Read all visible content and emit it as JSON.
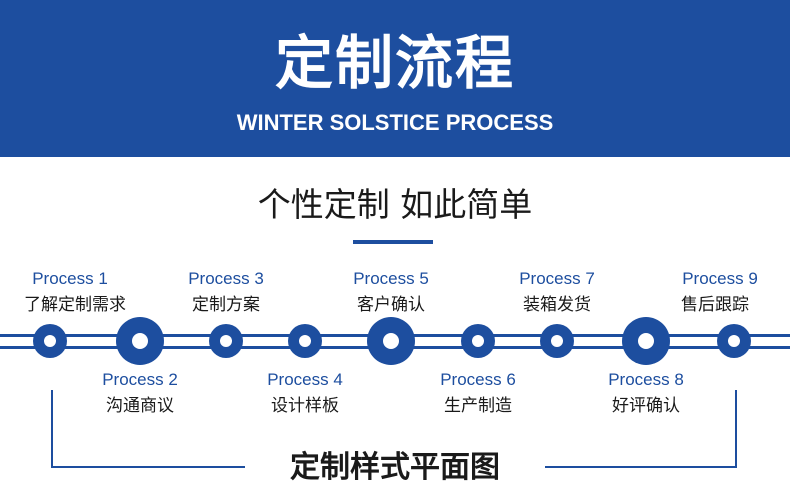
{
  "header": {
    "title": "定制流程",
    "subtitle": "WINTER SOLSTICE PROCESS"
  },
  "slogan": "个性定制 如此简单",
  "colors": {
    "brand_blue": "#1d4e9f",
    "text_dark": "#1a1a1a",
    "background": "#ffffff"
  },
  "steps": [
    {
      "label": "Process 1",
      "name": "了解定制需求"
    },
    {
      "label": "Process 2",
      "name": "沟通商议"
    },
    {
      "label": "Process 3",
      "name": "定制方案"
    },
    {
      "label": "Process 4",
      "name": "设计样板"
    },
    {
      "label": "Process 5",
      "name": "客户确认"
    },
    {
      "label": "Process 6",
      "name": "生产制造"
    },
    {
      "label": "Process 7",
      "name": "装箱发货"
    },
    {
      "label": "Process 8",
      "name": "好评确认"
    },
    {
      "label": "Process 9",
      "name": "售后跟踪"
    }
  ],
  "footer": {
    "title": "定制样式平面图"
  }
}
